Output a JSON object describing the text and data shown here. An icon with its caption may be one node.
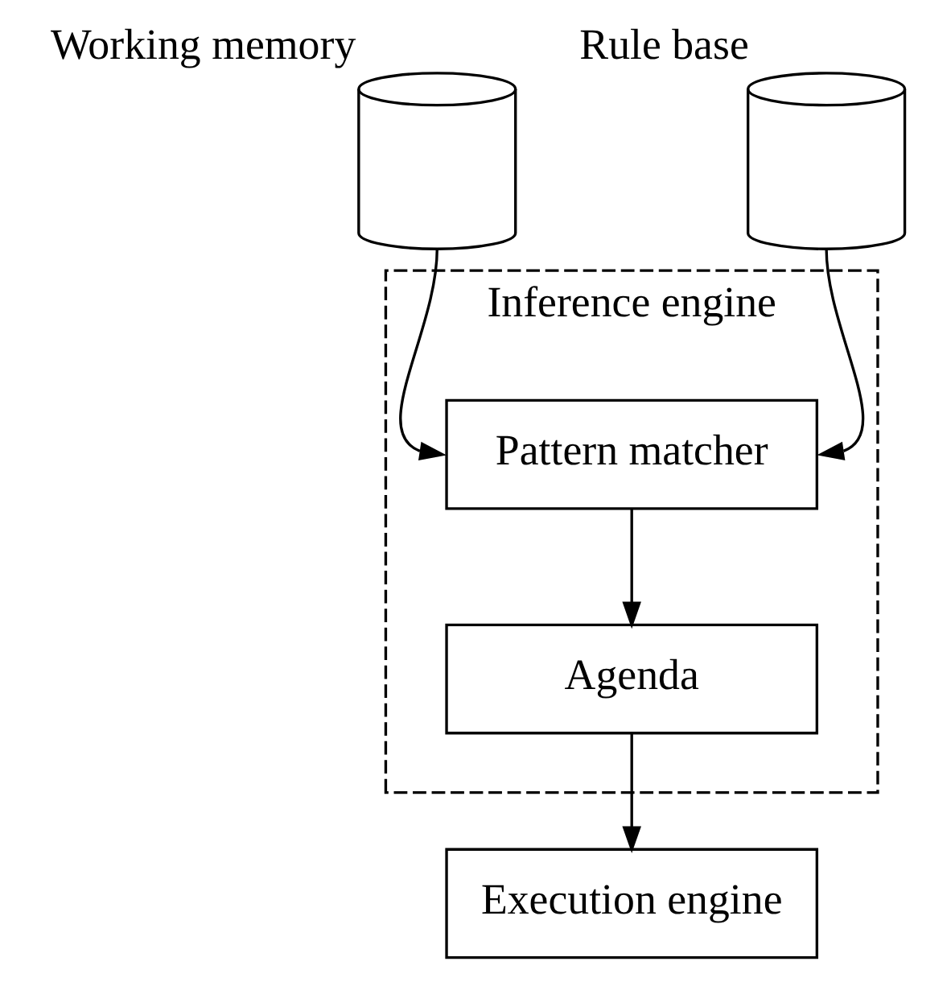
{
  "diagram": {
    "nodes": [
      {
        "text": [],
        "shape": "cylinder",
        "beside": [
          "Working memory"
        ]
      },
      {
        "text": [],
        "shape": "cylinder",
        "beside": [
          "Rule base"
        ]
      },
      {
        "text": [
          "Inference engine"
        ]
      },
      {
        "text": [
          "Pattern matcher"
        ],
        "in": 2
      },
      {
        "text": [
          "Agenda"
        ],
        "in": 2
      },
      {
        "text": [
          "Execution engine"
        ]
      }
    ],
    "edges": [
      {
        "from": 0,
        "to": 3,
        "arrow": "to"
      },
      {
        "from": 1,
        "to": 3,
        "arrow": "to"
      },
      {
        "from": 3,
        "to": 4,
        "arrow": "to"
      },
      {
        "from": 4,
        "to": 5,
        "arrow": "to"
      }
    ]
  }
}
